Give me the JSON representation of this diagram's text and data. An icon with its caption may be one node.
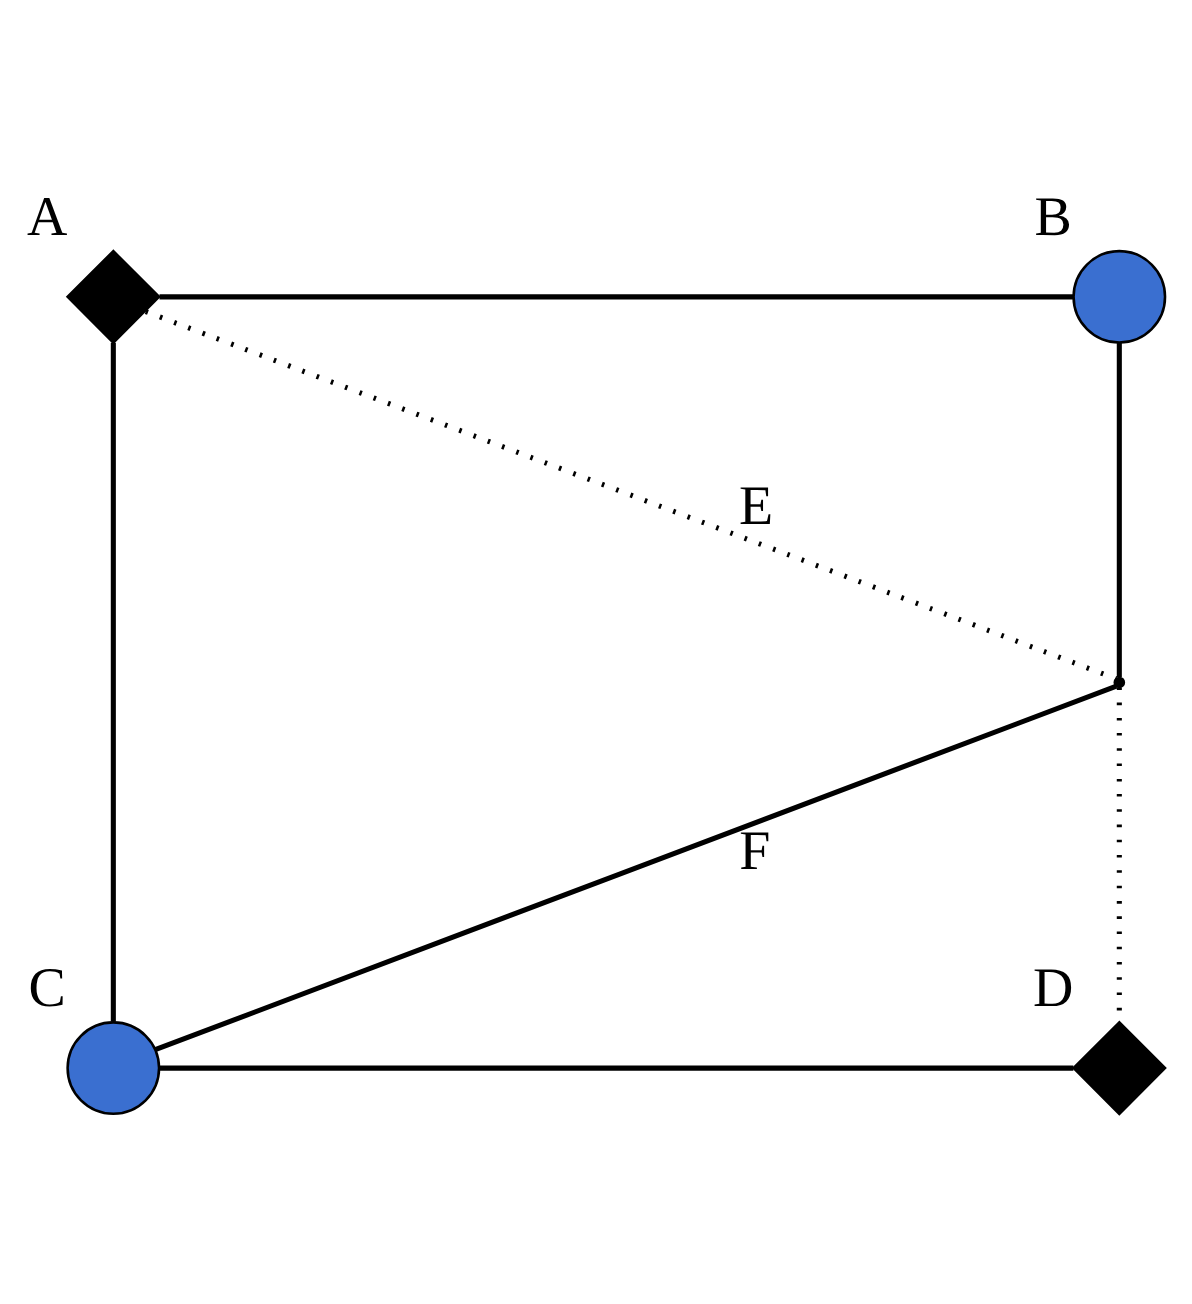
{
  "diagram": {
    "nodes": [
      {
        "text": [
          "A"
        ]
      },
      {
        "text": [
          "B"
        ]
      },
      {
        "text": [],
        "shape": "point"
      },
      {
        "text": [
          "C"
        ]
      },
      {
        "text": [
          "D"
        ]
      }
    ],
    "edges": [
      {
        "from": 0,
        "to": 1,
        "arrow": "none"
      },
      {
        "from": 0,
        "to": 3,
        "arrow": "none"
      },
      {
        "from": 1,
        "to": 2,
        "arrow": "none"
      },
      {
        "from": 2,
        "to": 4,
        "arrow": "none",
        "style": "dashed"
      },
      {
        "from": 3,
        "to": 4,
        "arrow": "none"
      },
      {
        "from": 0,
        "to": 2,
        "arrow": "none",
        "style": "dashed",
        "label": "E"
      },
      {
        "from": 3,
        "to": 2,
        "arrow": "none",
        "label": "F"
      }
    ]
  }
}
